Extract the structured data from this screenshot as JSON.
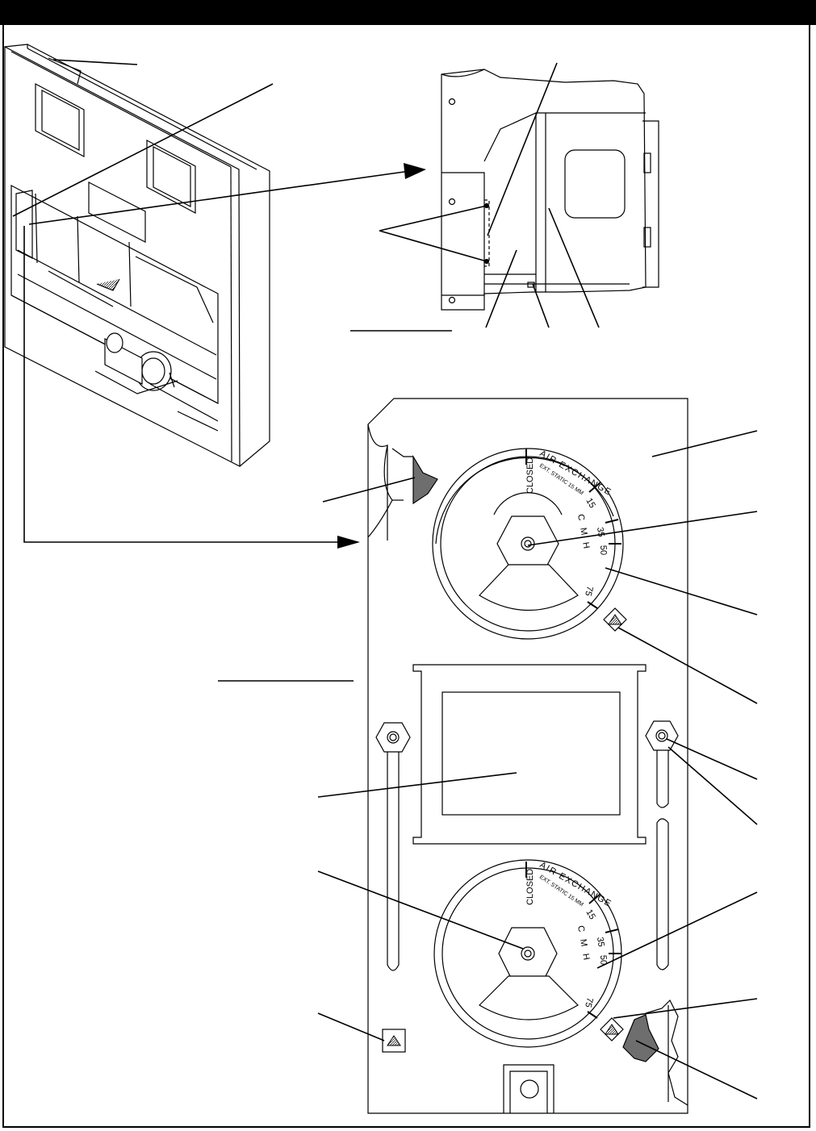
{
  "colors": {
    "header": "#000000",
    "line": "#000000",
    "shade": "#6e6e6e",
    "paper": "#ffffff"
  },
  "dial_top": {
    "closed": "CLOSED",
    "air_exchange": "AIR EXCHANGE",
    "static": "EXT. STATIC 15 MM",
    "unit": "C M H",
    "tick_15": "15",
    "tick_35": "35",
    "tick_50": "50",
    "tick_75": "75"
  },
  "dial_bottom": {
    "closed": "CLOSED",
    "air_exchange": "AIR EXCHANGE",
    "static": "EXT. STATIC 15 MM",
    "unit": "C M H",
    "tick_15": "15",
    "tick_35": "35",
    "tick_50": "50",
    "tick_75": "75"
  },
  "icons": [
    "warning-triangle-icon",
    "bolt-hex-icon"
  ]
}
